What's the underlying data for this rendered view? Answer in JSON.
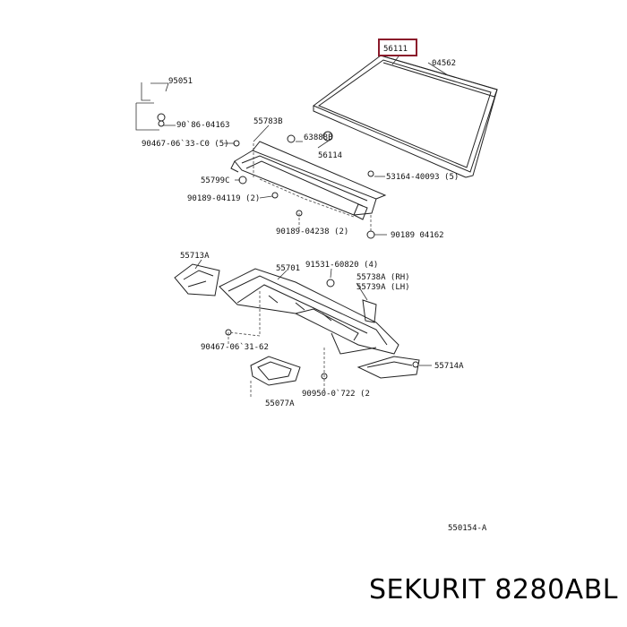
{
  "labels": {
    "windshield": "56111",
    "windshield_mould": "04562",
    "bracket_top": "95051",
    "clip_a": "90`86-04163",
    "screw_a": "90467-06`33-C0 (5)",
    "cowl_panel_top": "55783B",
    "plug_a": "63888B",
    "clip_b": "56114",
    "screw_b": "53164-40093 (5)",
    "fastener_a": "55799C",
    "screw_c": "90189-04119 (2)",
    "screw_d": "90189-04238 (2)",
    "screw_e": "90189 04162",
    "bracket_left": "55713A",
    "cowl_panel": "55701",
    "screw_f": "91531-60820 (4)",
    "seal_rh": "55738A (RH)",
    "seal_lh": "55739A (LH)",
    "screw_g": "90467-06`31-62",
    "bracket_right": "55714A",
    "plug_b": "90950-0`722 (2",
    "cover": "55077A",
    "diagram_code": "550154-A"
  },
  "highlight_color": "#8b1a2b",
  "brand_line": "SEKURIT 8280ABL"
}
